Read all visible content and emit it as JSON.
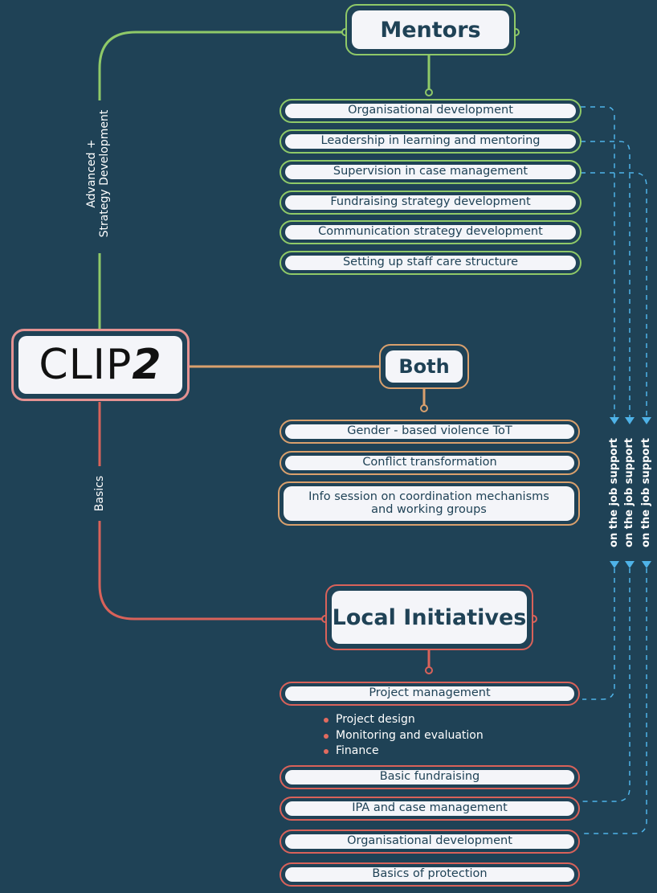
{
  "colors": {
    "background": "#1f4256",
    "mentors": "#8fc968",
    "both": "#d9a06d",
    "local": "#d9625a",
    "clip": "#e49292",
    "support": "#4fb3e8"
  },
  "root": {
    "label_plain": "CLIP",
    "label_bold": "2"
  },
  "branches": {
    "advanced_line1": "Advanced +",
    "advanced_line2": "Strategy Development",
    "basics": "Basics"
  },
  "mentors": {
    "title": "Mentors",
    "items": [
      "Organisational development",
      "Leadership in learning and mentoring",
      "Supervision in case management",
      "Fundraising strategy development",
      "Communication strategy development",
      "Setting up staff care structure"
    ]
  },
  "both": {
    "title": "Both",
    "items": [
      "Gender - based violence ToT",
      "Conflict transformation"
    ],
    "info_line1": "Info session on coordination mechanisms",
    "info_line2": "and working groups"
  },
  "local": {
    "title": "Local Initiatives",
    "items": [
      "Project management",
      "Basic fundraising",
      "IPA and case management",
      "Organisational development",
      "Basics of protection"
    ],
    "bullets": [
      "Project design",
      "Monitoring and evaluation",
      "Finance"
    ]
  },
  "support": {
    "labels": [
      "on the job support",
      "on the job support",
      "on the job support"
    ]
  }
}
